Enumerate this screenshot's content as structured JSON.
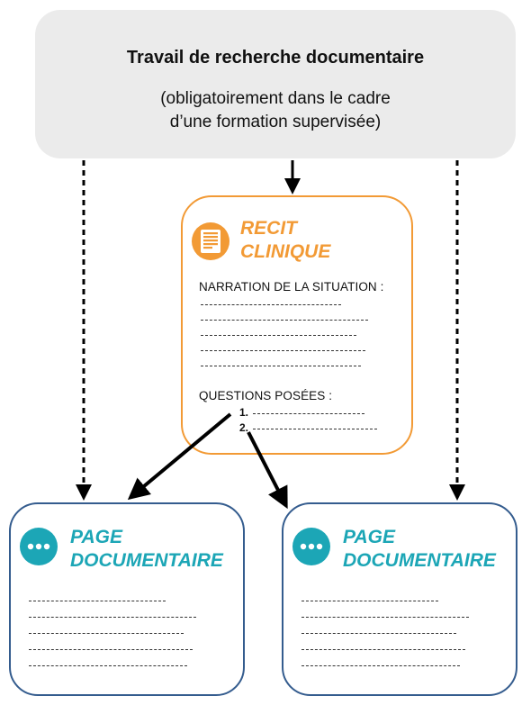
{
  "top": {
    "title": "Travail de recherche documentaire",
    "subtitle_line1": "(obligatoirement dans le cadre",
    "subtitle_line2": "d’une formation supervisée)"
  },
  "recit": {
    "title_line1": "RECIT",
    "title_line2": "CLINIQUE",
    "narration_label": "NARRATION DE LA SITUATION :",
    "questions_label": "QUESTIONS POSÉES :",
    "question_numbers": [
      "1.",
      "2."
    ]
  },
  "doc_left": {
    "title_line1": "PAGE",
    "title_line2": "DOCUMENTAIRE"
  },
  "doc_right": {
    "title_line1": "PAGE",
    "title_line2": "DOCUMENTAIRE"
  },
  "colors": {
    "orange": "#f29a35",
    "teal": "#1ca6b6",
    "navy_border": "#345c8e",
    "grey_box": "#ebebeb"
  },
  "icons": {
    "recit": "document-form-icon",
    "doc": "more-horizontal-icon"
  }
}
